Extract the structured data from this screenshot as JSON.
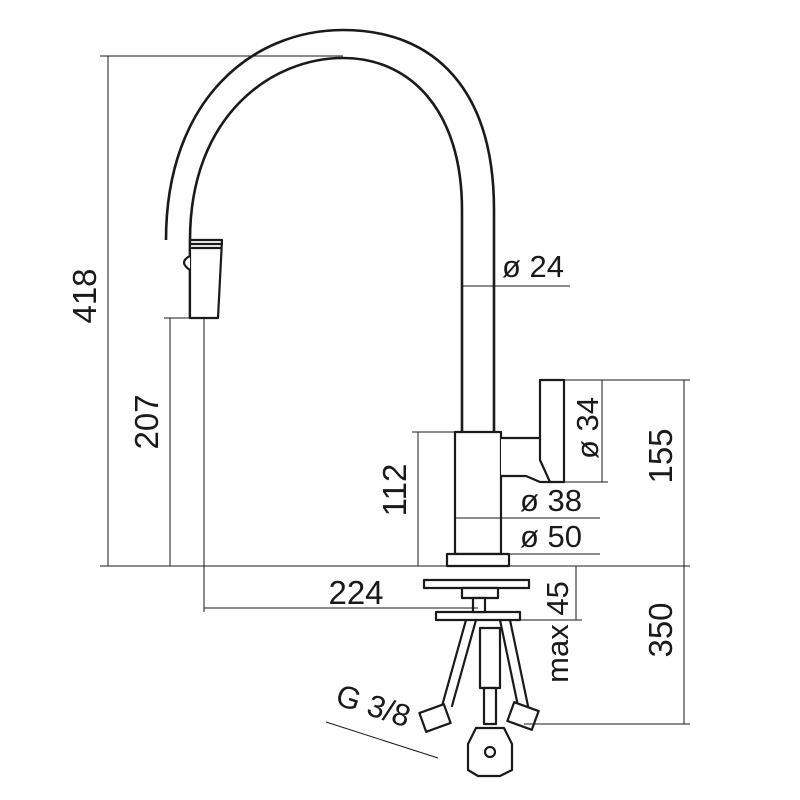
{
  "dimensions": {
    "total_height": "418",
    "spout_height": "207",
    "body_height": "112",
    "handle_height": "155",
    "reach": "224",
    "tube_diameter": "ø 24",
    "handle_diameter": "ø 34",
    "body_diameter": "ø 38",
    "base_diameter": "ø 50",
    "deck_thickness": "max 45",
    "hose_length": "350",
    "connection_thread": "G 3/8"
  }
}
